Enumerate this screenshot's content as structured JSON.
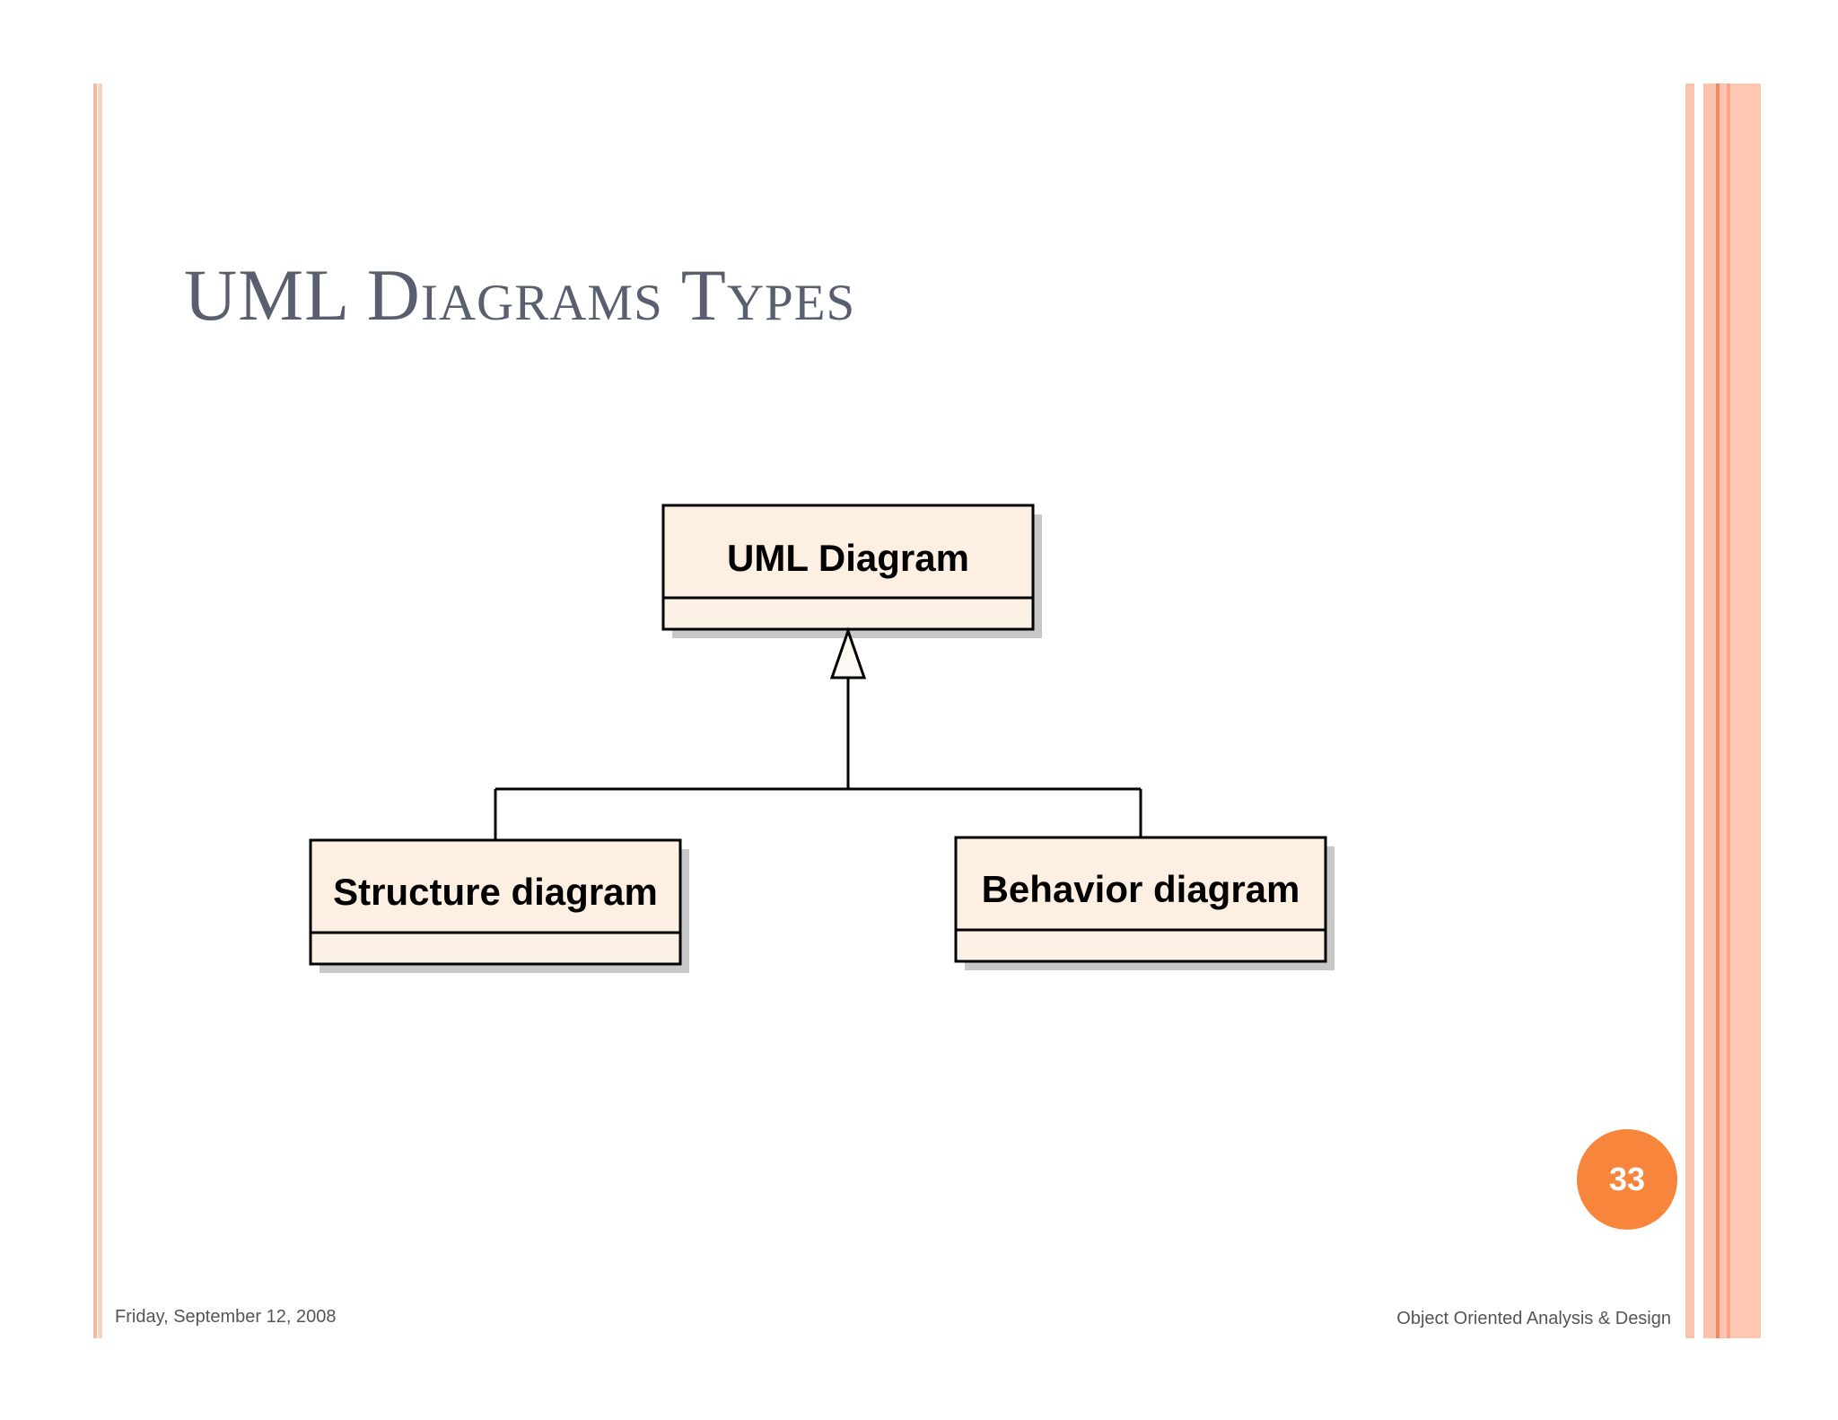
{
  "slide": {
    "title": "UML Diagrams Types",
    "page_number": "33",
    "footer_date": "Friday, September 12, 2008",
    "footer_course": "Object Oriented Analysis & Design"
  },
  "diagram": {
    "parent": {
      "name": "UML Diagram"
    },
    "children": [
      {
        "name": "Structure diagram"
      },
      {
        "name": "Behavior diagram"
      }
    ],
    "relationship": "generalization"
  },
  "colors": {
    "title": "#5a5f70",
    "class_fill": "#fdf0e3",
    "class_attr_fill": "#fbf1e4",
    "shadow": "#c8c8c8",
    "badge": "#f7853c",
    "stripe": "#fbc4ae"
  }
}
